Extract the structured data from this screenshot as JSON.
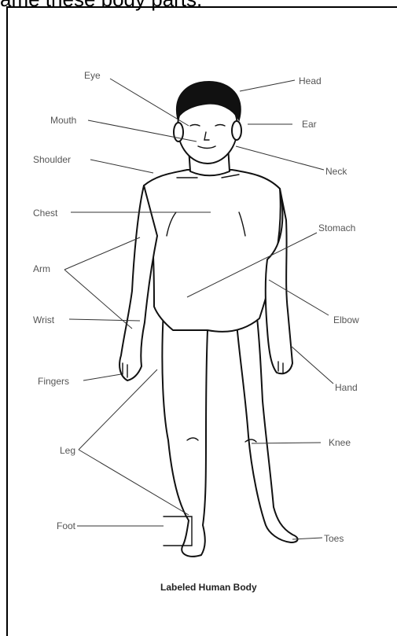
{
  "heading": "ame these body parts.",
  "caption": "Labeled Human Body",
  "labels": {
    "eye": "Eye",
    "head": "Head",
    "mouth": "Mouth",
    "ear": "Ear",
    "shoulder": "Shoulder",
    "neck": "Neck",
    "chest": "Chest",
    "stomach": "Stomach",
    "arm": "Arm",
    "elbow": "Elbow",
    "wrist": "Wrist",
    "fingers": "Fingers",
    "hand": "Hand",
    "leg": "Leg",
    "knee": "Knee",
    "foot": "Foot",
    "toes": "Toes"
  }
}
